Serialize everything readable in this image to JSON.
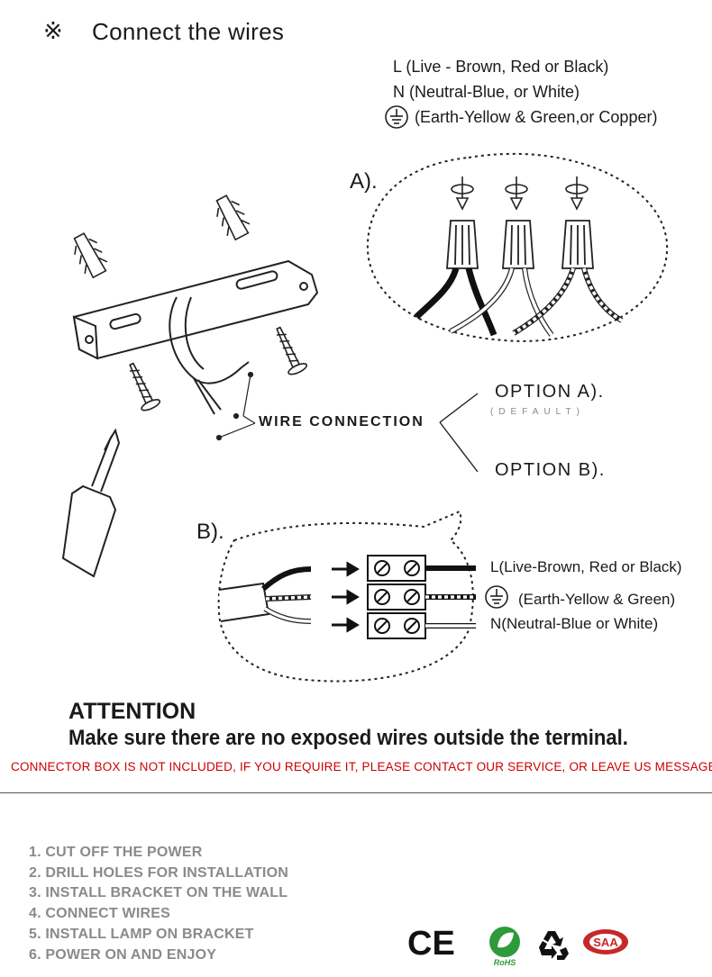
{
  "header": {
    "symbol": "※",
    "title": "Connect the wires"
  },
  "legend": {
    "live": "L (Live - Brown, Red or Black)",
    "neutral": "N (Neutral-Blue, or White)",
    "earth": "(Earth-Yellow & Green,or Copper)"
  },
  "options": {
    "label_a": "A).",
    "label_b": "B).",
    "wire_connection": "WIRE CONNECTION",
    "option_a": "OPTION A).",
    "option_a_note": "(DEFAULT)",
    "option_b": "OPTION B)."
  },
  "terminal": {
    "live": "L(Live-Brown, Red or Black)",
    "earth": "(Earth-Yellow & Green)",
    "neutral": "N(Neutral-Blue or White)"
  },
  "attention": {
    "title": "ATTENTION",
    "text": "Make sure there are no exposed wires outside the terminal.",
    "note": "CONNECTOR BOX IS NOT INCLUDED, IF YOU REQUIRE IT, PLEASE CONTACT OUR SERVICE, OR LEAVE US MESSAGE"
  },
  "steps": [
    "1. CUT OFF THE POWER",
    "2. DRILL HOLES FOR INSTALLATION",
    "3. INSTALL BRACKET ON THE WALL",
    "4. CONNECT WIRES",
    "5. INSTALL LAMP ON BRACKET",
    "6. POWER ON AND ENJOY"
  ],
  "certifications": {
    "ce": "CE",
    "rohs": "RoHS",
    "saa": "SAA",
    "icons": [
      "ce-mark-icon",
      "rohs-leaf-icon",
      "recycle-icon",
      "saa-mark-icon"
    ]
  },
  "colors": {
    "note_red": "#cc0000",
    "steps_gray": "#8a8a8a",
    "rohs_green": "#2e9a3a",
    "saa_red": "#c62828"
  }
}
